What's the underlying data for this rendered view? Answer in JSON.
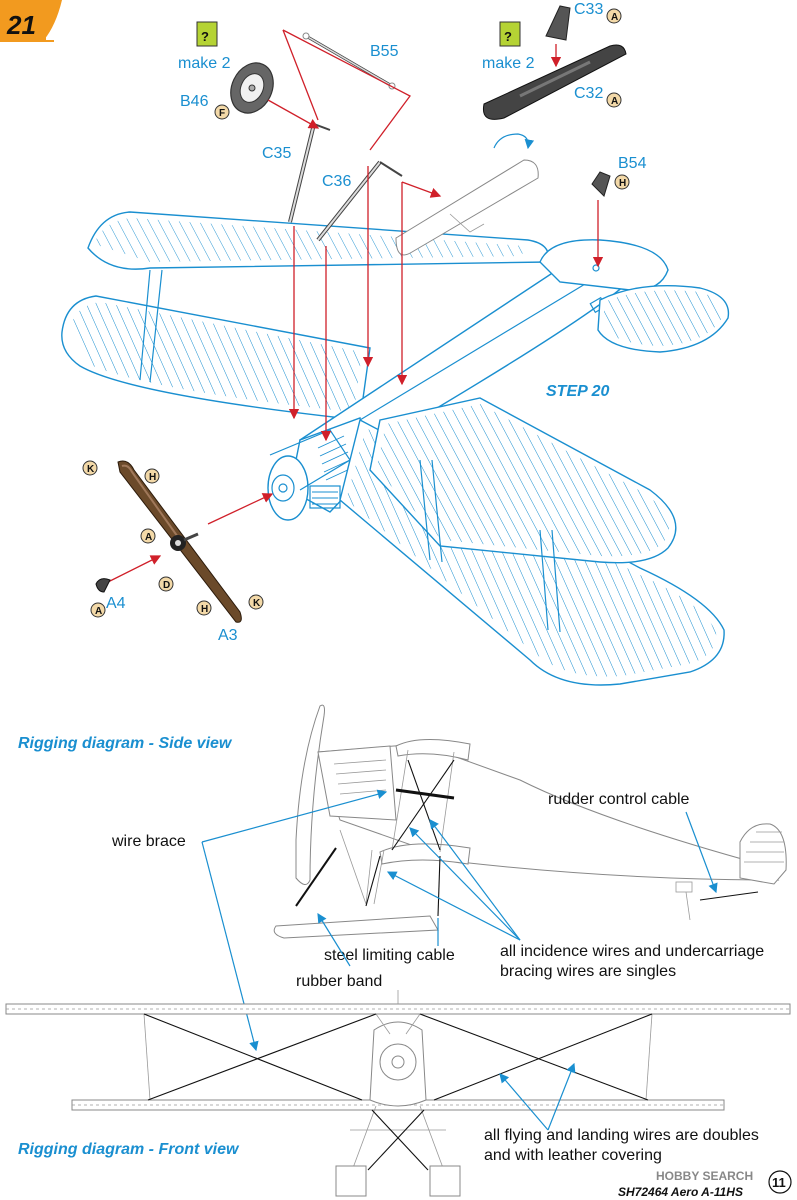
{
  "page": {
    "step_number": "21",
    "sub_step_label": "STEP 20",
    "footer": "SH72464 Aero A-11HS",
    "page_number": "11",
    "watermark": "HOBBY SEARCH"
  },
  "parts": {
    "b55": "B55",
    "b46": "B46",
    "c35": "C35",
    "c36": "C36",
    "c33": "C33",
    "c32": "C32",
    "b54": "B54",
    "a4": "A4",
    "a3": "A3"
  },
  "notes": {
    "make2_left": "make 2",
    "make2_right": "make 2",
    "question_mark": "?"
  },
  "paint_codes": {
    "b46": "F",
    "c33": "A",
    "c32": "A",
    "b54": "H",
    "prop_k_top": "K",
    "prop_h_top": "H",
    "prop_a_hub": "A",
    "prop_d_hub": "D",
    "prop_h_bottom": "H",
    "prop_k_bottom": "K",
    "a4": "A"
  },
  "rigging": {
    "side_title": "Rigging diagram - Side view",
    "front_title": "Rigging diagram - Front view",
    "rudder_cable": "rudder control cable",
    "wire_brace": "wire brace",
    "steel_cable": "steel limiting cable",
    "rubber_band": "rubber band",
    "incidence_line1": "all incidence wires and undercarriage",
    "incidence_line2": "bracing wires are singles",
    "flying_line1": "all flying and landing wires are doubles",
    "flying_line2": "and with leather covering"
  },
  "colors": {
    "accent_blue": "#1a8fd0",
    "arrow_red": "#d0202a",
    "step_orange": "#f29a1f",
    "help_green": "#b5d334",
    "paint_badge": "#f3d9a8"
  }
}
